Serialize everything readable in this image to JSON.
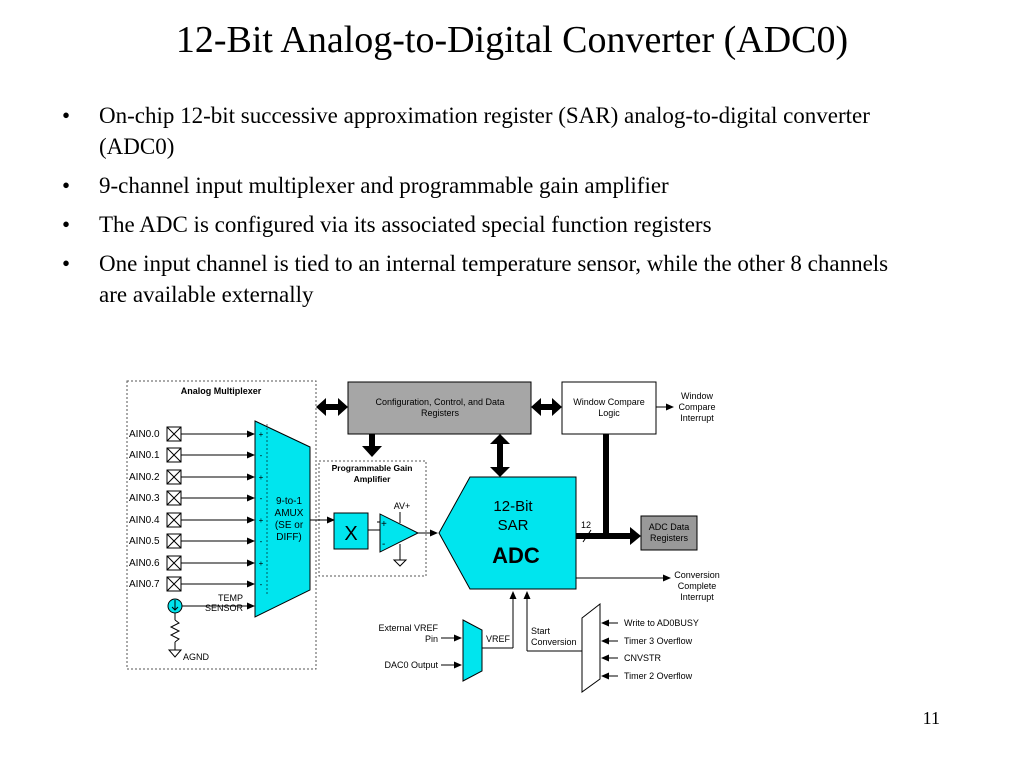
{
  "slide": {
    "title": "12-Bit Analog-to-Digital Converter (ADC0)",
    "bullets": [
      "On-chip 12-bit successive approximation register (SAR) analog-to-digital converter (ADC0)",
      "9-channel input multiplexer and programmable gain amplifier",
      "The ADC is configured via its associated special function registers",
      "One input channel is tied to an internal temperature sensor, while the other 8 channels are available externally"
    ],
    "page_number": "11",
    "bullet_glyph": "•"
  },
  "diagram": {
    "mux_section_title": "Analog Multiplexer",
    "inputs": [
      "AIN0.0",
      "AIN0.1",
      "AIN0.2",
      "AIN0.3",
      "AIN0.4",
      "AIN0.5",
      "AIN0.6",
      "AIN0.7"
    ],
    "mux_pins": [
      "+",
      "-",
      "+",
      "-",
      "+",
      "-",
      "+",
      "-"
    ],
    "mux_label": [
      "9-to-1",
      "AMUX",
      "(SE or",
      "DIFF)"
    ],
    "temp_sensor_label": [
      "TEMP",
      "SENSOR"
    ],
    "agnd_label": "AGND",
    "config_block_label": [
      "Configuration, Control, and Data",
      "Registers"
    ],
    "window_compare_label": [
      "Window Compare",
      "Logic"
    ],
    "window_interrupt_label": [
      "Window",
      "Compare",
      "Interrupt"
    ],
    "pga_title": [
      "Programmable Gain",
      "Amplifier"
    ],
    "pga_multiplier": "X",
    "av_plus": "AV+",
    "amp_plus": "+",
    "amp_minus": "-",
    "adc_label": [
      "12-Bit",
      "SAR",
      "ADC"
    ],
    "bus_width": "12",
    "adc_data_label": [
      "ADC Data",
      "Registers"
    ],
    "conversion_complete_label": [
      "Conversion",
      "Complete",
      "Interrupt"
    ],
    "external_vref_label": [
      "External VREF",
      "Pin"
    ],
    "dac0_output_label": "DAC0 Output",
    "vref_label": "VREF",
    "start_conversion_label": [
      "Start",
      "Conversion"
    ],
    "trigger_sources": [
      "Write to AD0BUSY",
      "Timer 3 Overflow",
      "CNVSTR",
      "Timer 2 Overflow"
    ],
    "colors": {
      "cyan": "#00e5ee",
      "gray_block": "#a6a6a6",
      "dark_gray_block": "#999999"
    }
  }
}
